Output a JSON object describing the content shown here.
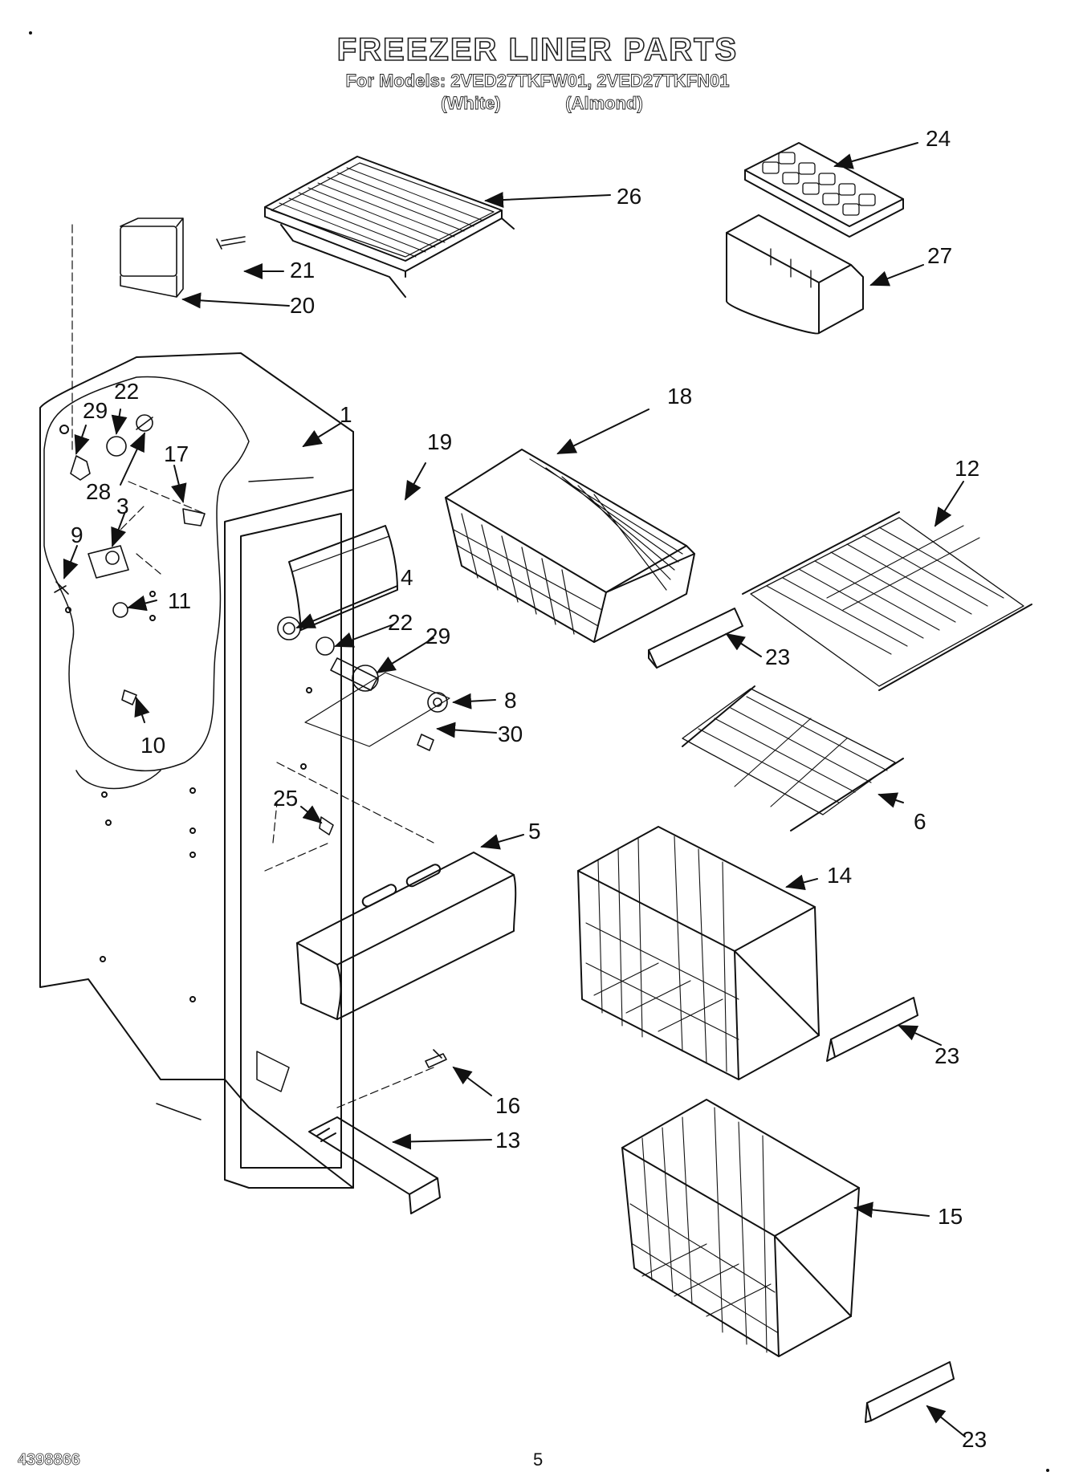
{
  "header": {
    "title": "FREEZER LINER PARTS",
    "models_line": "For Models: 2VED27TKFW01, 2VED27TKFN01",
    "color_white": "(White)",
    "color_almond": "(Almond)"
  },
  "callouts": {
    "c24": "24",
    "c26": "26",
    "c27": "27",
    "c21": "21",
    "c20": "20",
    "c22a": "22",
    "c29a": "29",
    "c1": "1",
    "c19": "19",
    "c18": "18",
    "c12": "12",
    "c17": "17",
    "c28": "28",
    "c3": "3",
    "c9": "9",
    "c11": "11",
    "c4": "4",
    "c22b": "22",
    "c29b": "29",
    "c23a": "23",
    "c8": "8",
    "c30": "30",
    "c10": "10",
    "c6": "6",
    "c25": "25",
    "c5": "5",
    "c14": "14",
    "c23b": "23",
    "c16": "16",
    "c13": "13",
    "c15": "15",
    "c23c": "23"
  },
  "footer": {
    "doc_number": "4398866",
    "page_number": "5"
  }
}
